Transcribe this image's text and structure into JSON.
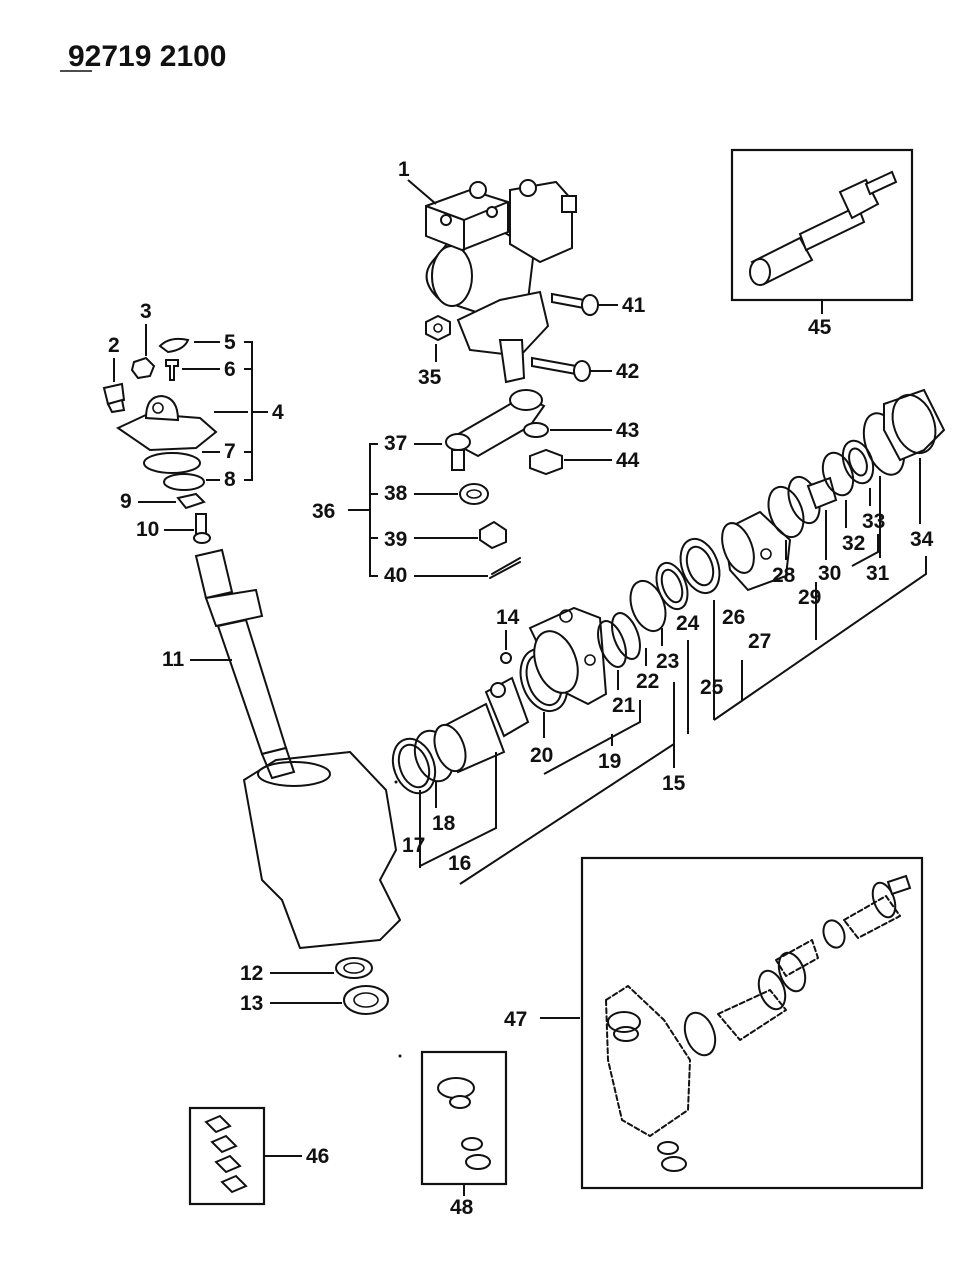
{
  "header": {
    "part_number": "92719 2100"
  },
  "callouts": {
    "c1": "1",
    "c2": "2",
    "c3": "3",
    "c4": "4",
    "c5": "5",
    "c6": "6",
    "c7": "7",
    "c8": "8",
    "c9": "9",
    "c10": "10",
    "c11": "11",
    "c12": "12",
    "c13": "13",
    "c14": "14",
    "c15": "15",
    "c16": "16",
    "c17": "17",
    "c18": "18",
    "c19": "19",
    "c20": "20",
    "c21": "21",
    "c22": "22",
    "c23": "23",
    "c24": "24",
    "c25": "25",
    "c26": "26",
    "c27": "27",
    "c28": "28",
    "c29": "29",
    "c30": "30",
    "c31": "31",
    "c32": "32",
    "c33": "33",
    "c34": "34",
    "c35": "35",
    "c36": "36",
    "c37": "37",
    "c38": "38",
    "c39": "39",
    "c40": "40",
    "c41": "41",
    "c42": "42",
    "c43": "43",
    "c44": "44",
    "c45": "45",
    "c46": "46",
    "c47": "47",
    "c48": "48"
  }
}
